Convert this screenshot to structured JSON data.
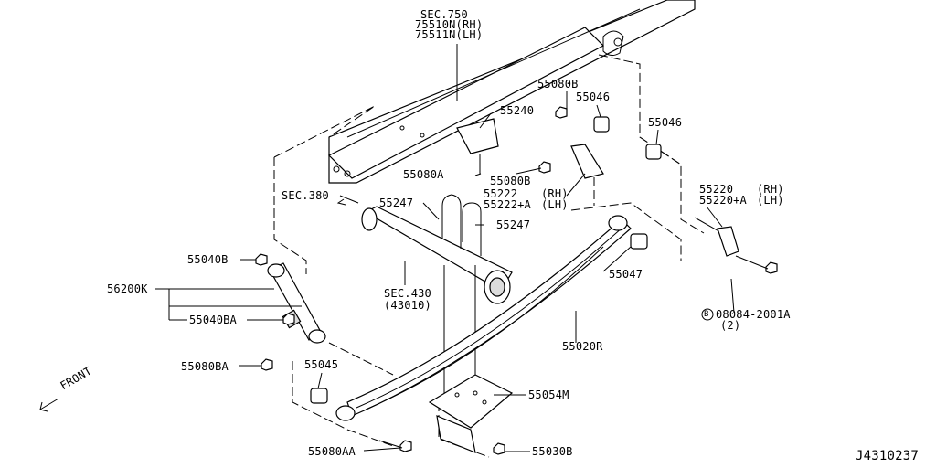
{
  "labels": {
    "sec750": "SEC.750",
    "l75510n": "75510N(RH)",
    "l75511n": "75511N(LH)",
    "l55080b_top": "55080B",
    "l55046_a": "55046",
    "l55046_b": "55046",
    "l55240": "55240",
    "l55080a": "55080A",
    "l55080b_mid": "55080B",
    "l55222": "55222",
    "l55222a": "55222+A",
    "rh_1": "(RH)",
    "lh_1": "(LH)",
    "sec380": "SEC.380",
    "l55247_a": "55247",
    "l55247_b": "55247",
    "l55220": "55220",
    "l55220a": "55220+A",
    "rh_2": "(RH)",
    "lh_2": "(LH)",
    "l55040b": "55040B",
    "l56200k": "56200K",
    "l55040ba": "55040BA",
    "sec430": "SEC.430",
    "l43010": "(43010)",
    "l55047": "55047",
    "bolt": "08084-2001A",
    "bolt_qty": "(2)",
    "bolt_prefix": "B",
    "l55020r": "55020R",
    "l55080ba": "55080BA",
    "l55045": "55045",
    "front": "FRONT",
    "l55054m": "55054M",
    "l55080aa": "55080AA",
    "l55030b": "55030B",
    "diagram_id": "J4310237"
  }
}
